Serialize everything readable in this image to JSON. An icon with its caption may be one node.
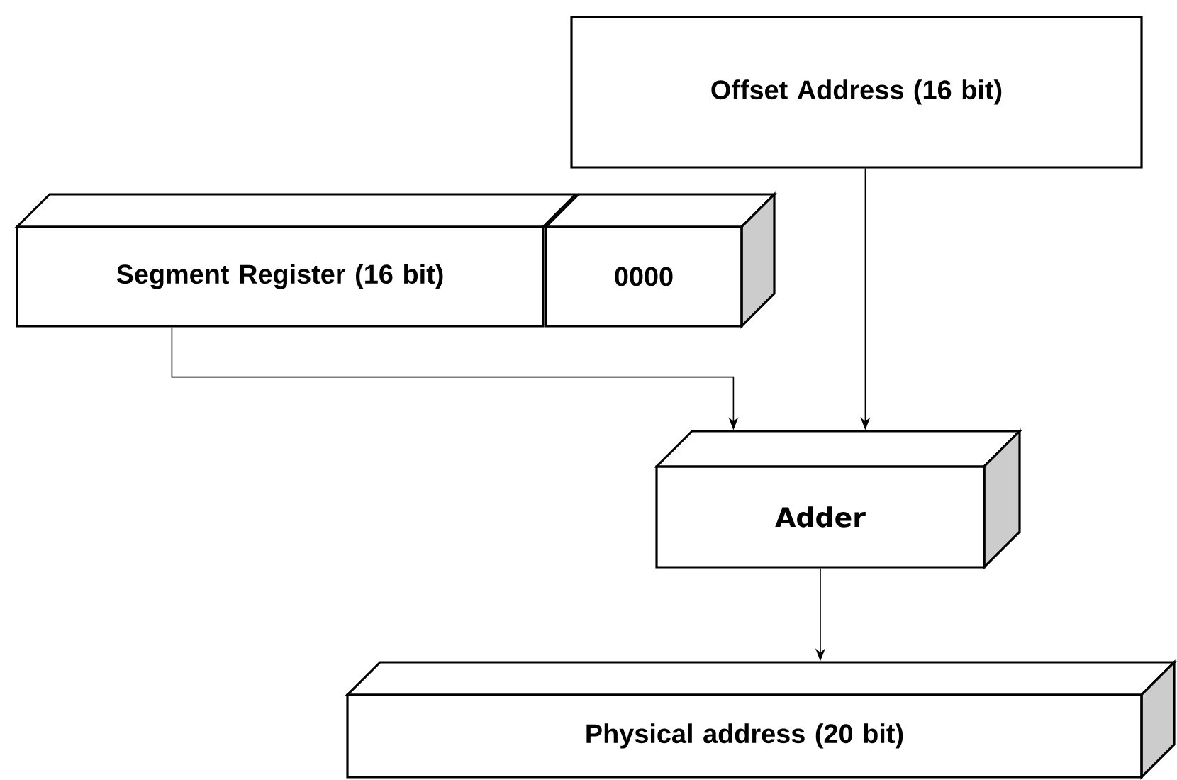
{
  "diagram": {
    "nodes": [
      {
        "text": [
          "Offset Address (16 bit)"
        ]
      },
      {
        "text": [
          "Segment Register (16 bit)"
        ]
      },
      {
        "text": [
          "0000"
        ]
      },
      {
        "text": [
          "Adder"
        ]
      },
      {
        "text": [
          "Physical address (20 bit)"
        ]
      }
    ],
    "edges": [
      {
        "from": 1,
        "to": 3,
        "arrow": "to"
      },
      {
        "from": 0,
        "to": 3,
        "arrow": "to"
      },
      {
        "from": 3,
        "to": 4,
        "arrow": "to"
      }
    ]
  }
}
